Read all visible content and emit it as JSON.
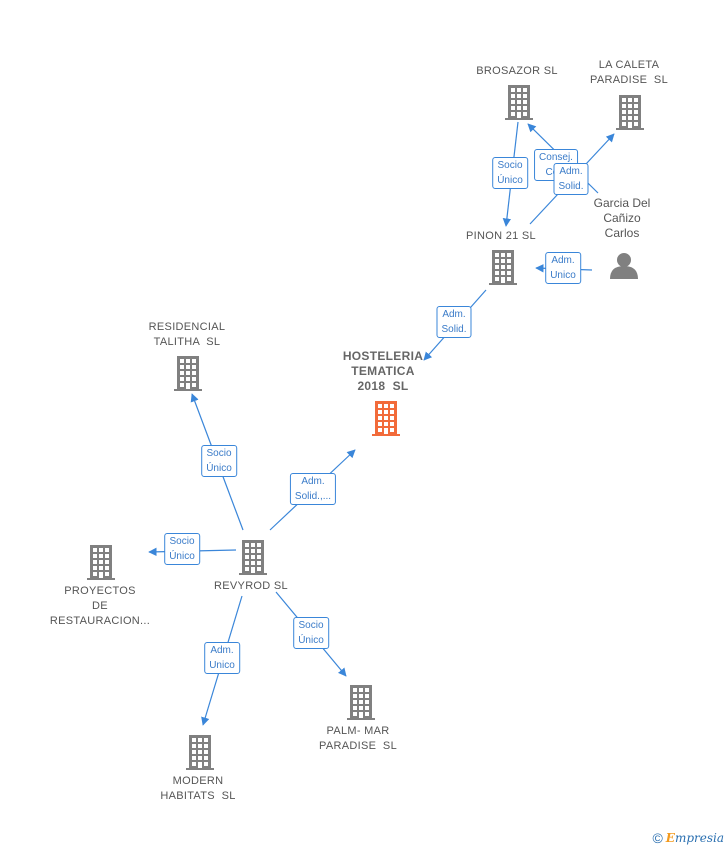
{
  "nodes": {
    "brosazor": {
      "label": "BROSAZOR  SL"
    },
    "lacaleta": {
      "label": "LA CALETA\nPARADISE  SL"
    },
    "pinon": {
      "label": "PINON 21 SL"
    },
    "garcia": {
      "label": "Garcia Del\nCañizo\nCarlos"
    },
    "hosteleria": {
      "label": "HOSTELERIA\nTEMATICA\n2018  SL"
    },
    "residencial": {
      "label": "RESIDENCIAL\nTALITHA  SL"
    },
    "revyrod": {
      "label": "REVYROD SL"
    },
    "proyectos": {
      "label": "PROYECTOS\nDE\nRESTAURACION..."
    },
    "palm": {
      "label": "PALM- MAR\nPARADISE  SL"
    },
    "modern": {
      "label": "MODERN\nHABITATS  SL"
    }
  },
  "edges": {
    "socio_brosazor": "Socio\nÚnico",
    "consej": "Consej.\nCo...",
    "adm_solid_caleta": "Adm.\nSolid.",
    "adm_unico_pinon": "Adm.\nUnico",
    "adm_solid_pinon": "Adm.\nSolid.",
    "socio_residencial": "Socio\nÚnico",
    "adm_solid_hosteleria": "Adm.\nSolid.,...",
    "socio_proyectos": "Socio\nÚnico",
    "socio_palm": "Socio\nÚnico",
    "adm_unico_modern": "Adm.\nUnico"
  },
  "colors": {
    "edge": "#3a86d9",
    "building": "#808080",
    "building_main": "#f26b3a",
    "person": "#808080"
  },
  "footer": {
    "copyright": "©",
    "brand_initial": "E",
    "brand_rest": "mpresia"
  }
}
